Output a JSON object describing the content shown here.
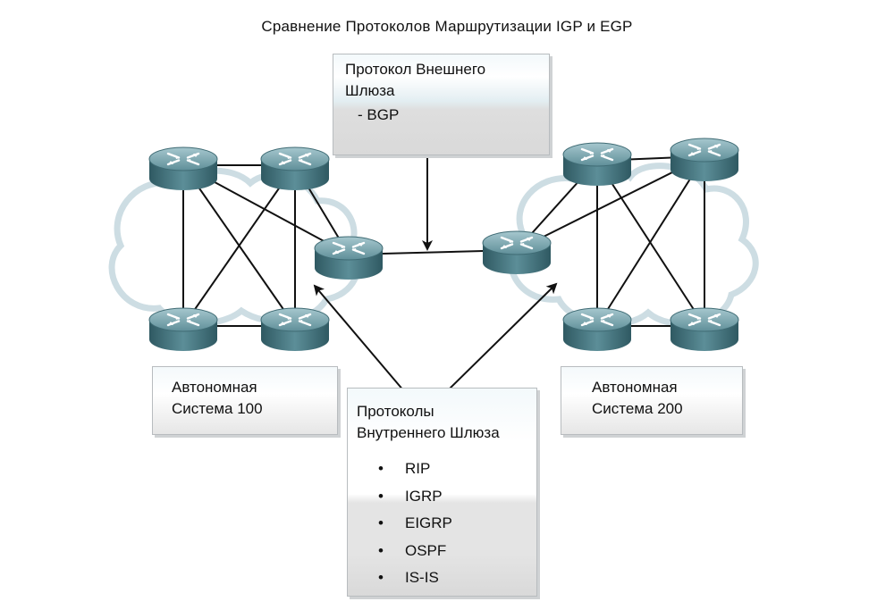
{
  "title": "Сравнение Протоколов Маршрутизации IGP и EGP",
  "egp_box": {
    "line1": "Протокол Внешнего",
    "line2": "Шлюза",
    "item": " - BGP"
  },
  "as100_box": {
    "line1": "Автономная",
    "line2": "Система 100"
  },
  "as200_box": {
    "line1": "Автономная",
    "line2": "Система 200"
  },
  "igp_box": {
    "line1": "Протоколы",
    "line2": "Внутреннего Шлюза",
    "bullet": "•",
    "items": [
      "RIP",
      "IGRP",
      "EIGRP",
      "OSPF",
      "IS-IS"
    ]
  },
  "colors": {
    "router_body": "#4f7c86",
    "router_top": "#79a3ad",
    "cloud_fill": "#ffffff",
    "cloud_edge": "#cfdfe5",
    "link": "#111111"
  },
  "icons": [
    "router-icon",
    "cloud-icon",
    "arrow-icon"
  ]
}
